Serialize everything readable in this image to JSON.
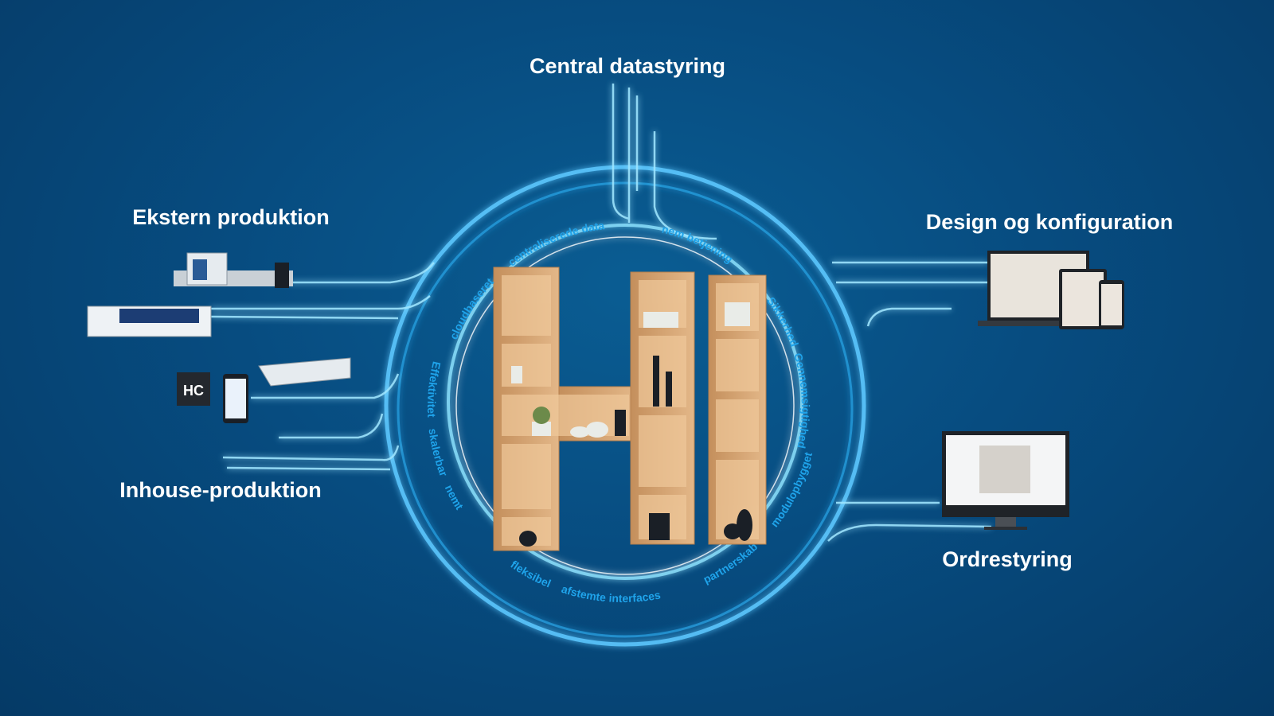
{
  "headings": {
    "central": "Central datastyring",
    "ekstern": "Ekstern produktion",
    "inhouse": "Inhouse-produktion",
    "design": "Design og konfiguration",
    "ordre": "Ordrestyring"
  },
  "ring_words": {
    "cloudbaseret": "cloudbaseret",
    "centraliserede": "centraliserede data",
    "nem_betjening": "nem betjening",
    "sikkerhed": "Sikkerhed",
    "gennemsigtighed": "Gennemsigtighed",
    "effektivitet": "Effektivitet",
    "skalerbar": "skalerbar",
    "nemt": "nemt",
    "fleksibel": "fleksibel",
    "afstemte": "afstemte interfaces",
    "partnerskab": "partnerskab",
    "modulopbygget": "modulopbygget"
  },
  "logo_badge": "HC",
  "colors": {
    "accent": "#1fa3ea",
    "glow": "#8fe3ff",
    "wood": "#d9a877"
  }
}
